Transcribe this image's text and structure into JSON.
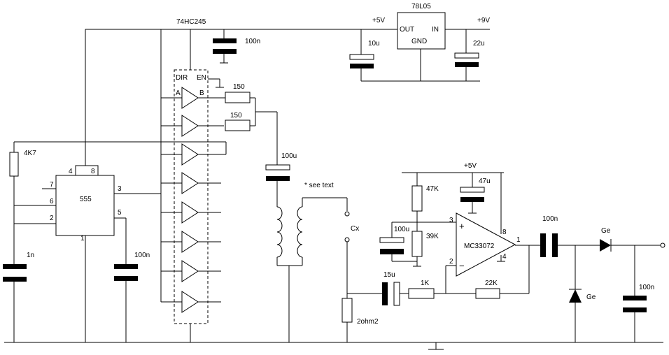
{
  "labels": {
    "buffer_chip": "74HC245",
    "dir": "DIR",
    "en": "EN",
    "port_a": "A",
    "port_b": "B",
    "timer_chip": "555",
    "timer_pin4": "4",
    "timer_pin8": "8",
    "timer_pin7": "7",
    "timer_pin6": "6",
    "timer_pin2": "2",
    "timer_pin3": "3",
    "timer_pin5": "5",
    "timer_pin1": "1",
    "r_timing": "4K7",
    "c_timing": "1n",
    "c_ctrl": "100n",
    "c_decouple": "100n",
    "r_out1": "150",
    "r_out2": "150",
    "c_series": "100u",
    "see_text": "* see text",
    "cx": "Cx",
    "r_shunt": "2ohm2",
    "regulator": "78L05",
    "reg_out": "OUT",
    "reg_in": "IN",
    "reg_gnd": "GND",
    "plus5": "+5V",
    "plus9": "+9V",
    "c_reg_out": "10u",
    "c_reg_in": "22u",
    "opamp_supply": "+5V",
    "r_47k": "47K",
    "r_39k": "39K",
    "c_100u_bias": "100u",
    "c_47u": "47u",
    "opamp_pin3": "3",
    "opamp_pin2": "2",
    "opamp_pin8": "8",
    "opamp_pin4": "4",
    "opamp_pin1": "1",
    "opamp_plus": "+",
    "opamp_minus": "−",
    "opamp": "MC33072",
    "c_15u": "15u",
    "r_1k": "1K",
    "r_22k": "22K",
    "c_out": "100n",
    "diode1": "Ge",
    "diode2": "Ge",
    "c_final": "100n"
  }
}
